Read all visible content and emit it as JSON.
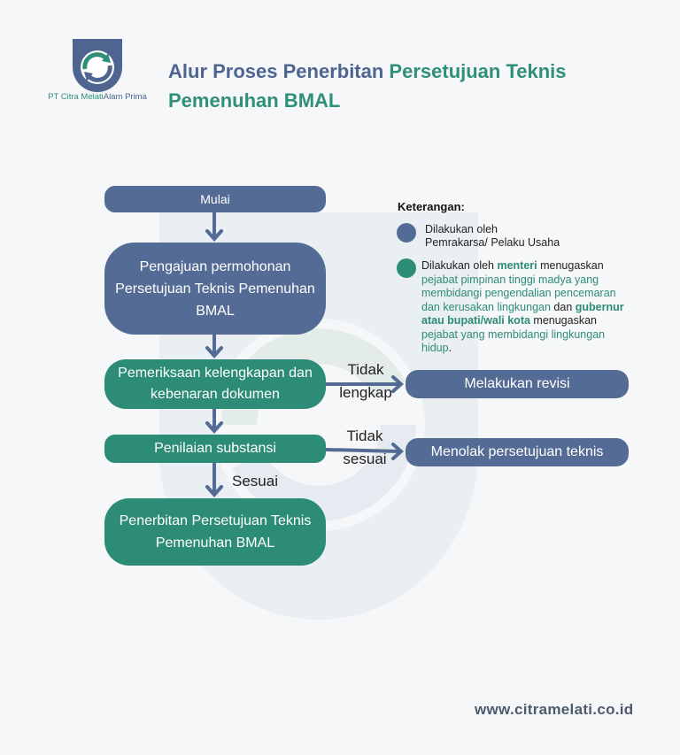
{
  "brand": {
    "company_part1": "PT Citra Melati",
    "company_part2": "Alam Prima",
    "website": "www.citramelati.co.id",
    "colors": {
      "blue": "#546c95",
      "green": "#2d8c76"
    },
    "logo_icon": "recycle-arrows-icon"
  },
  "title": {
    "part1": "Alur Proses Penerbitan ",
    "part2": "Persetujuan Teknis",
    "line2": "Pemenuhan BMAL"
  },
  "flow": {
    "start": "Mulai",
    "apply": "Pengajuan permohonan Persetujuan Teknis Pemenuhan BMAL",
    "check": "Pemeriksaan kelengkapan dan kebenaran dokumen",
    "assess": "Penilaian substansi",
    "issue": "Penerbitan Persetujuan Teknis Pemenuhan BMAL",
    "revise": "Melakukan revisi",
    "reject": "Menolak persetujuan teknis"
  },
  "edges": {
    "incomplete_1": "Tidak",
    "incomplete_2": "lengkap",
    "unfit_1": "Tidak",
    "unfit_2": "sesuai",
    "fit": "Sesuai"
  },
  "legend": {
    "title": "Keterangan:",
    "item1_line1": "Dilakukan oleh",
    "item1_line2": "Pemrakarsa/ Pelaku Usaha",
    "item2_a": "Dilakukan oleh ",
    "item2_b": "menteri",
    "item2_c": " menugaskan",
    "item2_d": "pejabat pimpinan tinggi madya yang membidangi pengendalian pencemaran dan kerusakan lingkungan",
    "item2_e": " dan ",
    "item2_f": "gubernur atau bupati/wali kota",
    "item2_g": " menugaskan",
    "item2_h": "pejabat yang membidangi lingkungan hidup",
    "item2_i": "."
  }
}
